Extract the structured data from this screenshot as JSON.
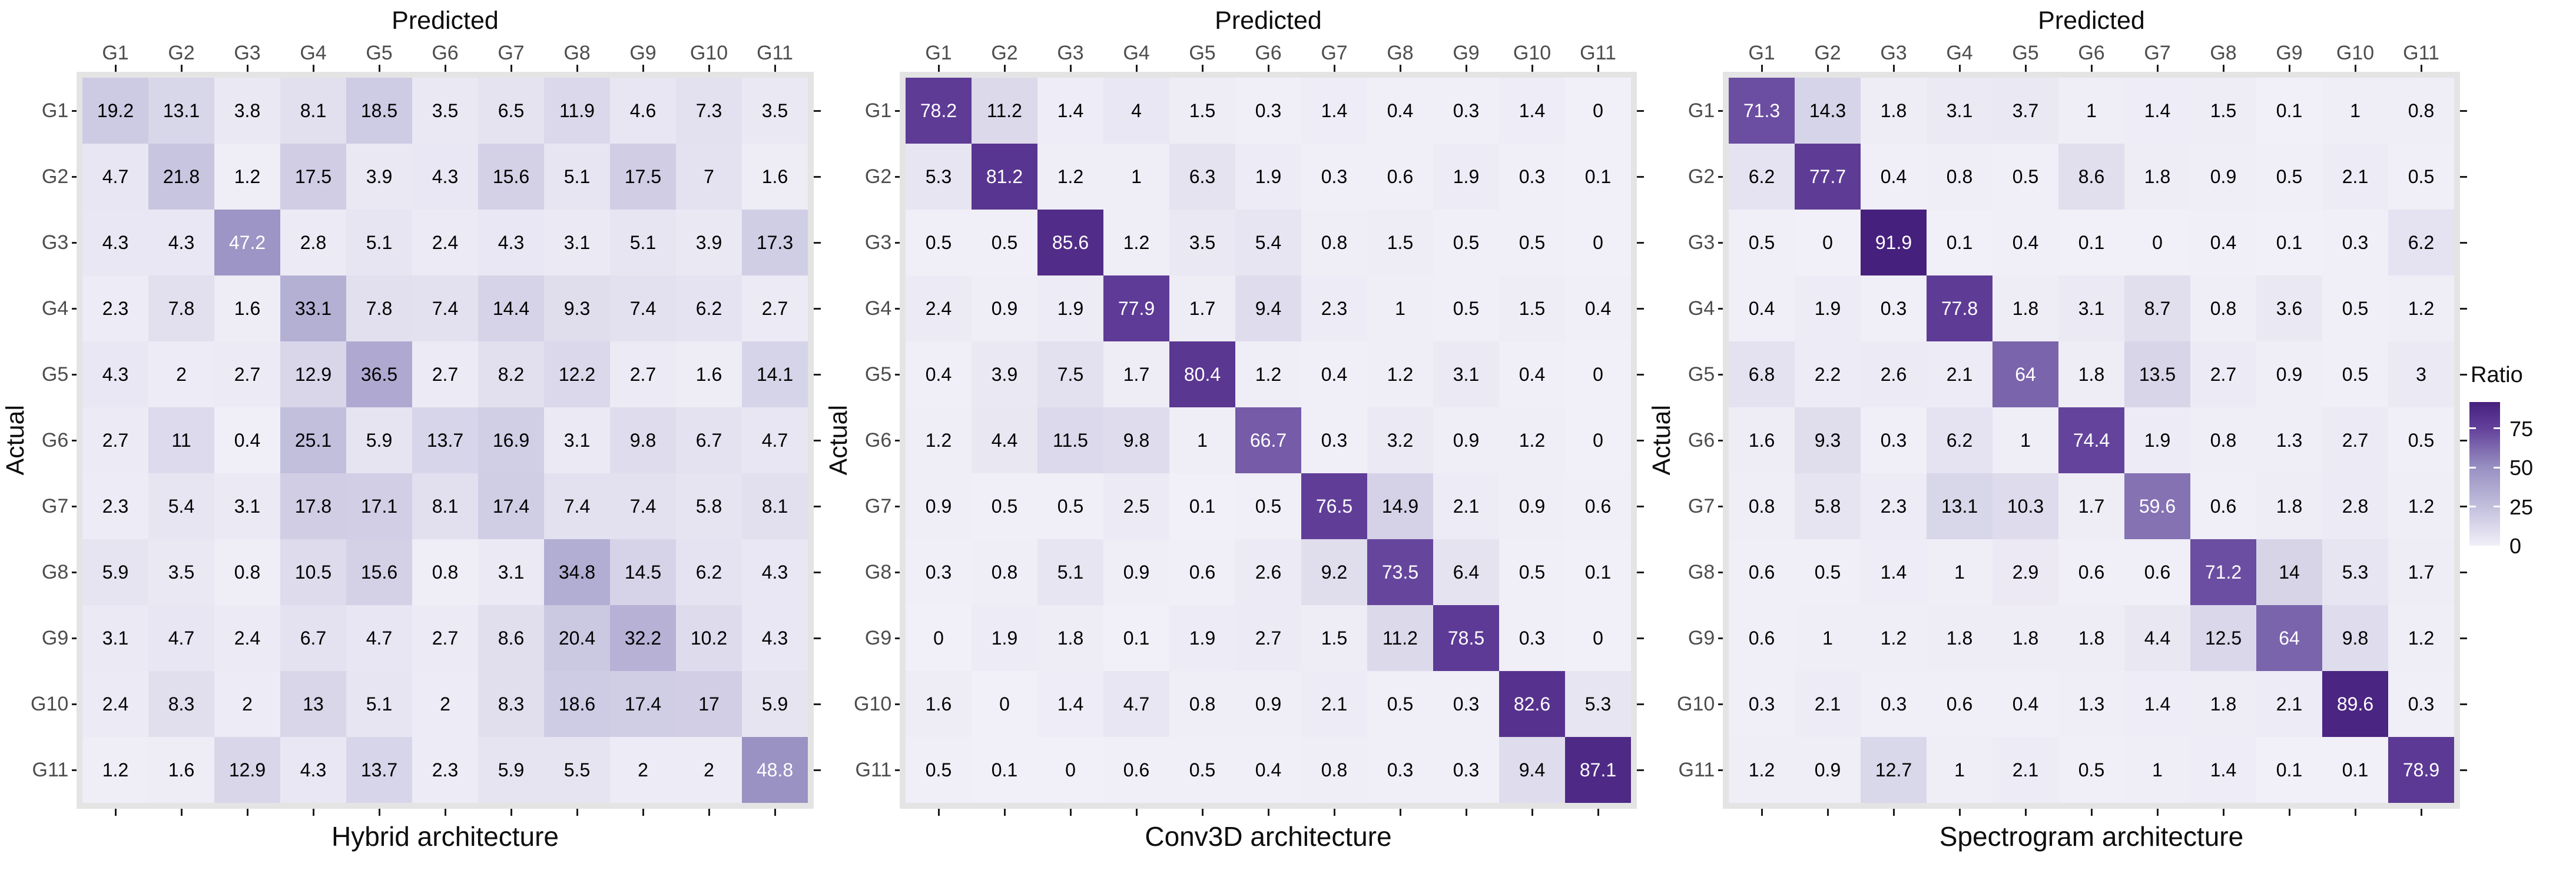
{
  "figure": {
    "x_axis_title": "Predicted",
    "y_axis_title": "Actual"
  },
  "legend": {
    "title": "Ratio",
    "ticks": [
      75,
      50,
      25,
      0
    ],
    "max_value": 91.9
  },
  "colors": {
    "scale_stops": [
      [
        0,
        "#F1EFF7"
      ],
      [
        25,
        "#C2BFDD"
      ],
      [
        50,
        "#9890C2"
      ],
      [
        75,
        "#63419B"
      ],
      [
        92,
        "#46207D"
      ]
    ],
    "panel_background": "#E4E4E4",
    "axis_text": "#4D4D4D",
    "tick_mark": "#1A1A1A",
    "title_text": "#0D0D0D"
  },
  "chart_data": [
    {
      "type": "heatmap",
      "title": "Hybrid architecture",
      "xlabel": "Predicted",
      "ylabel": "Actual",
      "x_categories": [
        "G1",
        "G2",
        "G3",
        "G4",
        "G5",
        "G6",
        "G7",
        "G8",
        "G9",
        "G10",
        "G11"
      ],
      "y_categories": [
        "G1",
        "G2",
        "G3",
        "G4",
        "G5",
        "G6",
        "G7",
        "G8",
        "G9",
        "G10",
        "G11"
      ],
      "rows": [
        [
          19.2,
          13.1,
          3.8,
          8.1,
          18.5,
          3.5,
          6.5,
          11.9,
          4.6,
          7.3,
          3.5
        ],
        [
          4.7,
          21.8,
          1.2,
          17.5,
          3.9,
          4.3,
          15.6,
          5.1,
          17.5,
          7,
          1.6
        ],
        [
          4.3,
          4.3,
          47.2,
          2.8,
          5.1,
          2.4,
          4.3,
          3.1,
          5.1,
          3.9,
          17.3
        ],
        [
          2.3,
          7.8,
          1.6,
          33.1,
          7.8,
          7.4,
          14.4,
          9.3,
          7.4,
          6.2,
          2.7
        ],
        [
          4.3,
          2,
          2.7,
          12.9,
          36.5,
          2.7,
          8.2,
          12.2,
          2.7,
          1.6,
          14.1
        ],
        [
          2.7,
          11,
          0.4,
          25.1,
          5.9,
          13.7,
          16.9,
          3.1,
          9.8,
          6.7,
          4.7
        ],
        [
          2.3,
          5.4,
          3.1,
          17.8,
          17.1,
          8.1,
          17.4,
          7.4,
          7.4,
          5.8,
          8.1
        ],
        [
          5.9,
          3.5,
          0.8,
          10.5,
          15.6,
          0.8,
          3.1,
          34.8,
          14.5,
          6.2,
          4.3
        ],
        [
          3.1,
          4.7,
          2.4,
          6.7,
          4.7,
          2.7,
          8.6,
          20.4,
          32.2,
          10.2,
          4.3
        ],
        [
          2.4,
          8.3,
          2,
          13,
          5.1,
          2,
          8.3,
          18.6,
          17.4,
          17,
          5.9
        ],
        [
          1.2,
          1.6,
          12.9,
          4.3,
          13.7,
          2.3,
          5.9,
          5.5,
          2,
          2,
          48.8
        ]
      ]
    },
    {
      "type": "heatmap",
      "title": "Conv3D architecture",
      "xlabel": "Predicted",
      "ylabel": "Actual",
      "x_categories": [
        "G1",
        "G2",
        "G3",
        "G4",
        "G5",
        "G6",
        "G7",
        "G8",
        "G9",
        "G10",
        "G11"
      ],
      "y_categories": [
        "G1",
        "G2",
        "G3",
        "G4",
        "G5",
        "G6",
        "G7",
        "G8",
        "G9",
        "G10",
        "G11"
      ],
      "rows": [
        [
          78.2,
          11.2,
          1.4,
          4,
          1.5,
          0.3,
          1.4,
          0.4,
          0.3,
          1.4,
          0
        ],
        [
          5.3,
          81.2,
          1.2,
          1,
          6.3,
          1.9,
          0.3,
          0.6,
          1.9,
          0.3,
          0.1
        ],
        [
          0.5,
          0.5,
          85.6,
          1.2,
          3.5,
          5.4,
          0.8,
          1.5,
          0.5,
          0.5,
          0
        ],
        [
          2.4,
          0.9,
          1.9,
          77.9,
          1.7,
          9.4,
          2.3,
          1,
          0.5,
          1.5,
          0.4
        ],
        [
          0.4,
          3.9,
          7.5,
          1.7,
          80.4,
          1.2,
          0.4,
          1.2,
          3.1,
          0.4,
          0
        ],
        [
          1.2,
          4.4,
          11.5,
          9.8,
          1,
          66.7,
          0.3,
          3.2,
          0.9,
          1.2,
          0
        ],
        [
          0.9,
          0.5,
          0.5,
          2.5,
          0.1,
          0.5,
          76.5,
          14.9,
          2.1,
          0.9,
          0.6
        ],
        [
          0.3,
          0.8,
          5.1,
          0.9,
          0.6,
          2.6,
          9.2,
          73.5,
          6.4,
          0.5,
          0.1
        ],
        [
          0,
          1.9,
          1.8,
          0.1,
          1.9,
          2.7,
          1.5,
          11.2,
          78.5,
          0.3,
          0
        ],
        [
          1.6,
          0,
          1.4,
          4.7,
          0.8,
          0.9,
          2.1,
          0.5,
          0.3,
          82.6,
          5.3
        ],
        [
          0.5,
          0.1,
          0,
          0.6,
          0.5,
          0.4,
          0.8,
          0.3,
          0.3,
          9.4,
          87.1
        ]
      ]
    },
    {
      "type": "heatmap",
      "title": "Spectrogram architecture",
      "xlabel": "Predicted",
      "ylabel": "Actual",
      "x_categories": [
        "G1",
        "G2",
        "G3",
        "G4",
        "G5",
        "G6",
        "G7",
        "G8",
        "G9",
        "G10",
        "G11"
      ],
      "y_categories": [
        "G1",
        "G2",
        "G3",
        "G4",
        "G5",
        "G6",
        "G7",
        "G8",
        "G9",
        "G10",
        "G11"
      ],
      "rows": [
        [
          71.3,
          14.3,
          1.8,
          3.1,
          3.7,
          1,
          1.4,
          1.5,
          0.1,
          1,
          0.8
        ],
        [
          6.2,
          77.7,
          0.4,
          0.8,
          0.5,
          8.6,
          1.8,
          0.9,
          0.5,
          2.1,
          0.5
        ],
        [
          0.5,
          0,
          91.9,
          0.1,
          0.4,
          0.1,
          0,
          0.4,
          0.1,
          0.3,
          6.2
        ],
        [
          0.4,
          1.9,
          0.3,
          77.8,
          1.8,
          3.1,
          8.7,
          0.8,
          3.6,
          0.5,
          1.2
        ],
        [
          6.8,
          2.2,
          2.6,
          2.1,
          64,
          1.8,
          13.5,
          2.7,
          0.9,
          0.5,
          3
        ],
        [
          1.6,
          9.3,
          0.3,
          6.2,
          1,
          74.4,
          1.9,
          0.8,
          1.3,
          2.7,
          0.5
        ],
        [
          0.8,
          5.8,
          2.3,
          13.1,
          10.3,
          1.7,
          59.6,
          0.6,
          1.8,
          2.8,
          1.2
        ],
        [
          0.6,
          0.5,
          1.4,
          1,
          2.9,
          0.6,
          0.6,
          71.2,
          14,
          5.3,
          1.7
        ],
        [
          0.6,
          1,
          1.2,
          1.8,
          1.8,
          1.8,
          4.4,
          12.5,
          64,
          9.8,
          1.2
        ],
        [
          0.3,
          2.1,
          0.3,
          0.6,
          0.4,
          1.3,
          1.4,
          1.8,
          2.1,
          89.6,
          0.3
        ],
        [
          1.2,
          0.9,
          12.7,
          1,
          2.1,
          0.5,
          1,
          1.4,
          0.1,
          0.1,
          78.9
        ]
      ]
    }
  ]
}
